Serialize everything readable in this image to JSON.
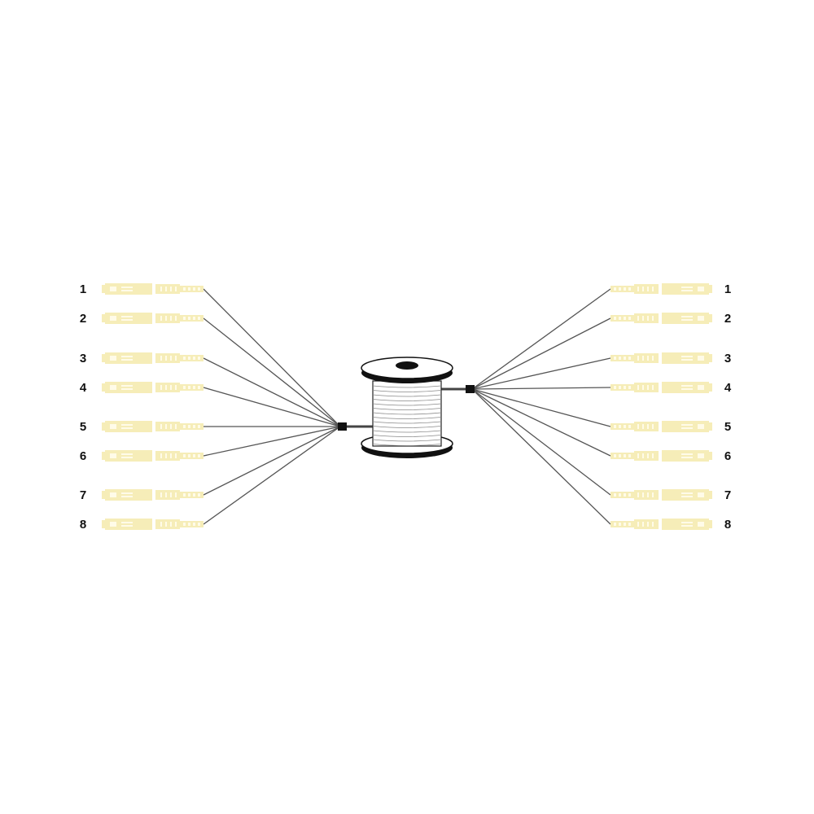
{
  "left_labels": [
    "1",
    "2",
    "3",
    "4",
    "5",
    "6",
    "7",
    "8"
  ],
  "right_labels": [
    "1",
    "2",
    "3",
    "4",
    "5",
    "6",
    "7",
    "8"
  ],
  "colors": {
    "connector": "#f6edb8",
    "connector_detail": "#fffbe8",
    "fiber": "#555555",
    "spool": "#111111"
  }
}
